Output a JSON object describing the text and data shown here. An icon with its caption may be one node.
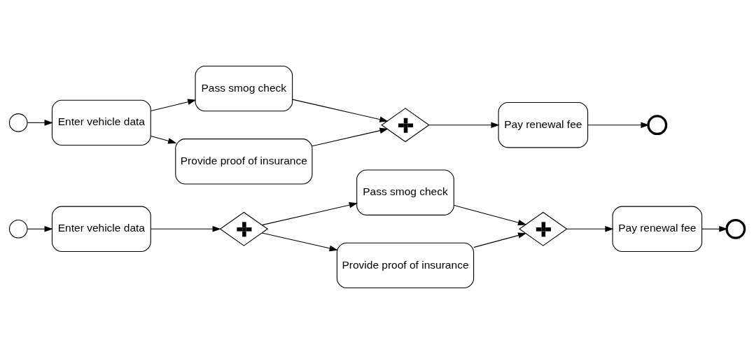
{
  "diagram": {
    "nodes": [
      {
        "text": [],
        "shape": "circle"
      },
      {
        "text": [
          "Enter vehicle data"
        ]
      },
      {
        "text": [],
        "shape": "diamond"
      },
      {
        "text": [
          "Pass smog check"
        ]
      },
      {
        "text": [
          "Provide proof of insurance"
        ]
      },
      {
        "text": [],
        "shape": "diamond"
      },
      {
        "text": [
          "Pay renewal fee"
        ]
      },
      {
        "text": [],
        "shape": "circle"
      },
      {
        "text": [],
        "shape": "circle"
      },
      {
        "text": [
          "Enter vehicle data"
        ]
      },
      {
        "text": [
          "Pass smog check"
        ]
      },
      {
        "text": [
          "Provide proof of insurance"
        ]
      },
      {
        "text": [],
        "shape": "diamond"
      },
      {
        "text": [
          "Pay renewal fee"
        ]
      },
      {
        "text": [],
        "shape": "circle"
      }
    ],
    "edges": [
      {
        "from": 0,
        "to": 1,
        "arrow": "to"
      },
      {
        "from": 1,
        "to": 2,
        "arrow": "to"
      },
      {
        "from": 2,
        "to": 3,
        "arrow": "to"
      },
      {
        "from": 2,
        "to": 4,
        "arrow": "to"
      },
      {
        "from": 3,
        "to": 5,
        "arrow": "to"
      },
      {
        "from": 4,
        "to": 5,
        "arrow": "to"
      },
      {
        "from": 5,
        "to": 6,
        "arrow": "to"
      },
      {
        "from": 6,
        "to": 7,
        "arrow": "to"
      },
      {
        "from": 8,
        "to": 9,
        "arrow": "to"
      },
      {
        "from": 9,
        "to": 10,
        "arrow": "to"
      },
      {
        "from": 9,
        "to": 11,
        "arrow": "to"
      },
      {
        "from": 10,
        "to": 12,
        "arrow": "to"
      },
      {
        "from": 11,
        "to": 12,
        "arrow": "to"
      },
      {
        "from": 12,
        "to": 13,
        "arrow": "to"
      },
      {
        "from": 13,
        "to": 14,
        "arrow": "to"
      }
    ]
  }
}
